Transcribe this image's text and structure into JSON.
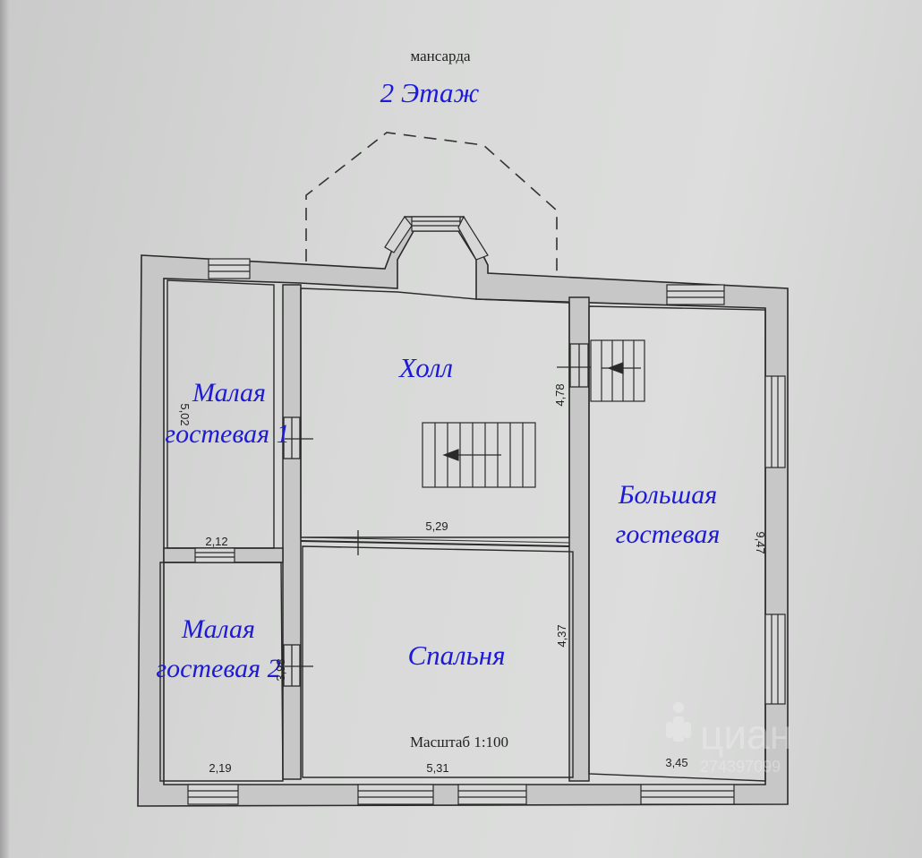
{
  "header": {
    "attic_label": "мансарда",
    "floor_title": "2 Этаж"
  },
  "rooms": {
    "hall": "Холл",
    "small_guest_1_line1": "Малая",
    "small_guest_1_line2": "гостевая 1",
    "small_guest_2_line1": "Малая",
    "small_guest_2_line2": "гостевая 2",
    "large_guest_line1": "Большая",
    "large_guest_line2": "гостевая",
    "bedroom": "Спальня"
  },
  "dimensions": {
    "hall_width": "5,29",
    "hall_depth": "4,78",
    "small1_height": "5,02",
    "small1_width": "2,12",
    "small2_height": "3,98",
    "small2_width": "2,19",
    "bedroom_width": "5,31",
    "bedroom_depth": "4,37",
    "large_height": "9,47",
    "large_width": "3,45"
  },
  "scale": "Масштаб 1:100",
  "watermark": {
    "brand": "циан",
    "id": "274397099"
  },
  "colors": {
    "label": "#1d1ad8",
    "wall": "#c4c5c4",
    "line": "#2a2a2a"
  }
}
